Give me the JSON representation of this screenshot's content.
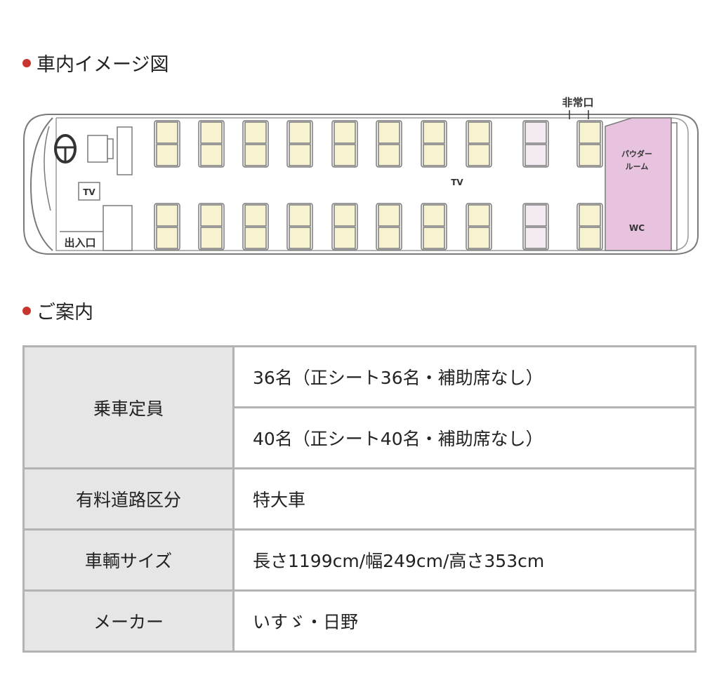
{
  "sections": {
    "layout_title": "車内イメージ図",
    "info_title": "ご案内"
  },
  "diagram": {
    "emergency_exit": "非常口",
    "tv_front": "TV",
    "tv_center": "TV",
    "entrance": "出入口",
    "powder_room": [
      "パウダー",
      "ルーム"
    ],
    "wc": "WC",
    "colors": {
      "seat_fill": "#f7f3d0",
      "seat_fill_light": "#f4eaf2",
      "toilet_fill": "#e8c3df",
      "outline": "#7a7a7a"
    }
  },
  "table": {
    "rows": [
      {
        "label": "乗車定員",
        "values": [
          "36名（正シート36名・補助席なし）",
          "40名（正シート40名・補助席なし）"
        ]
      },
      {
        "label": "有料道路区分",
        "values": [
          "特大車"
        ]
      },
      {
        "label": "車輌サイズ",
        "values": [
          "長さ1199cm/幅249cm/高さ353cm"
        ]
      },
      {
        "label": "メーカー",
        "values": [
          "いすゞ・日野"
        ]
      }
    ]
  }
}
